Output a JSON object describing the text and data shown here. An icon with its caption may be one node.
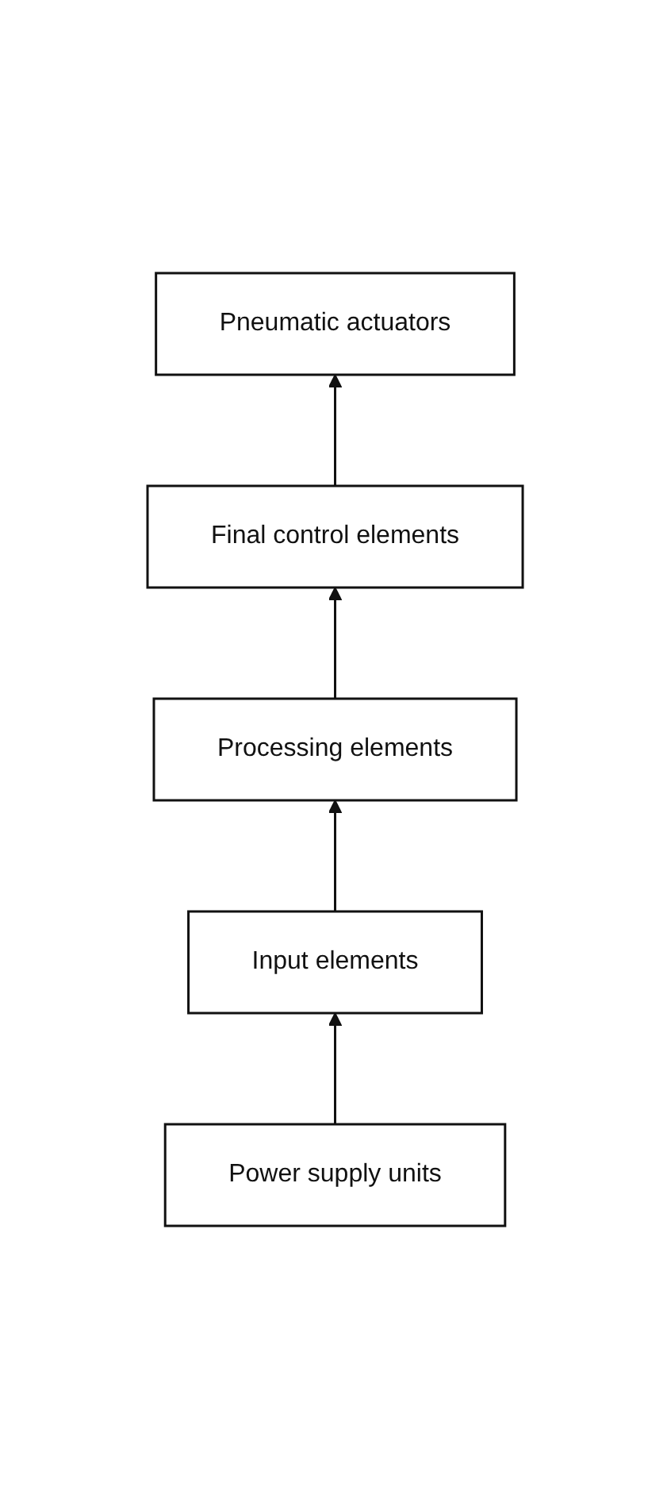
{
  "diagram": {
    "nodes": [
      {
        "text": [
          "Pneumatic actuators"
        ]
      },
      {
        "text": [
          "Final control elements"
        ]
      },
      {
        "text": [
          "Processing elements"
        ]
      },
      {
        "text": [
          "Input elements"
        ]
      },
      {
        "text": [
          "Power supply units"
        ]
      }
    ],
    "edges": [
      {
        "from": 4,
        "to": 3,
        "arrow": "to"
      },
      {
        "from": 3,
        "to": 2,
        "arrow": "to"
      },
      {
        "from": 2,
        "to": 1,
        "arrow": "to"
      },
      {
        "from": 1,
        "to": 0,
        "arrow": "to"
      }
    ]
  }
}
